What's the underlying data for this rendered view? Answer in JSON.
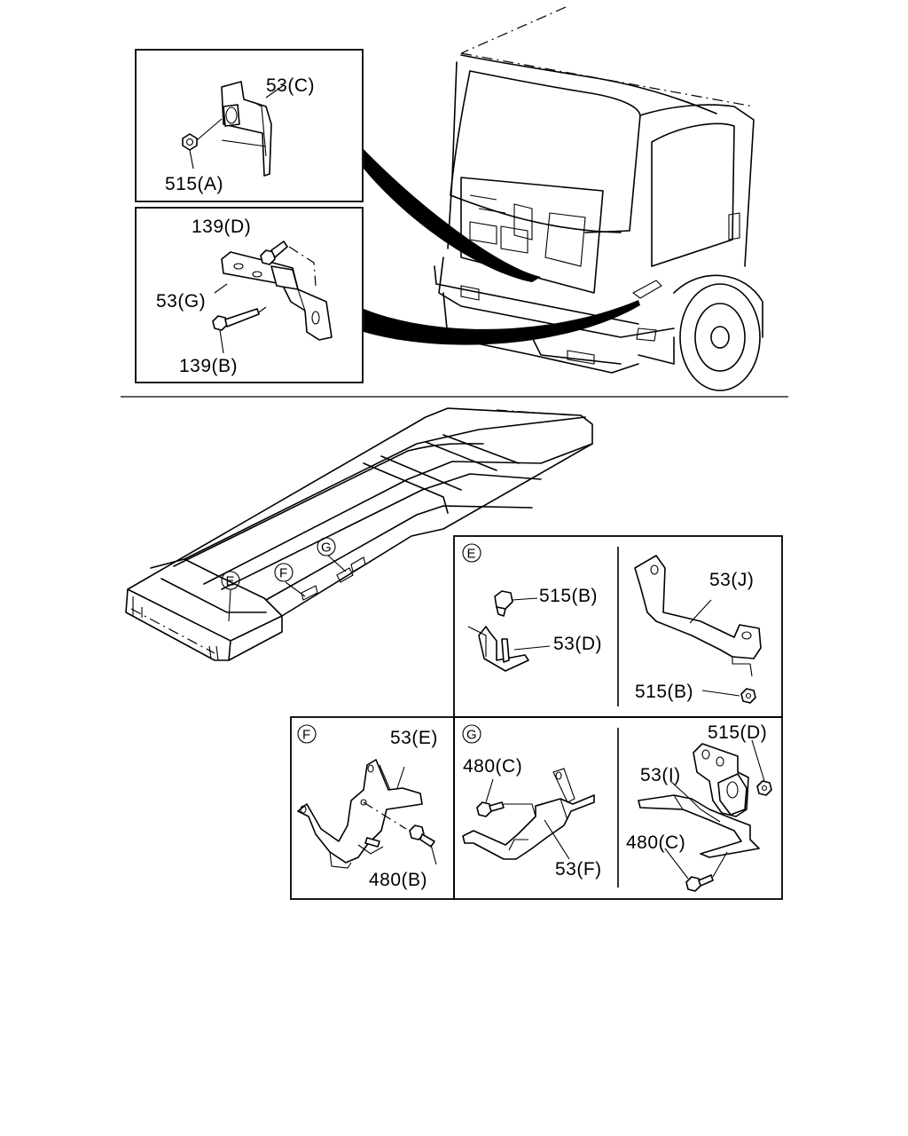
{
  "labels": {
    "c53": "53(C)",
    "a515": "515(A)",
    "d139": "139(D)",
    "g53": "53(G)",
    "b139": "139(B)",
    "b515_e": "515(B)",
    "d53": "53(D)",
    "j53": "53(J)",
    "b515_j": "515(B)",
    "e53": "53(E)",
    "b480": "480(B)",
    "c480_g": "480(C)",
    "f53": "53(F)",
    "d515": "515(D)",
    "i53": "53(I)",
    "c480_i": "480(C)"
  },
  "callouts": {
    "E": "E",
    "F": "F",
    "G": "G"
  }
}
